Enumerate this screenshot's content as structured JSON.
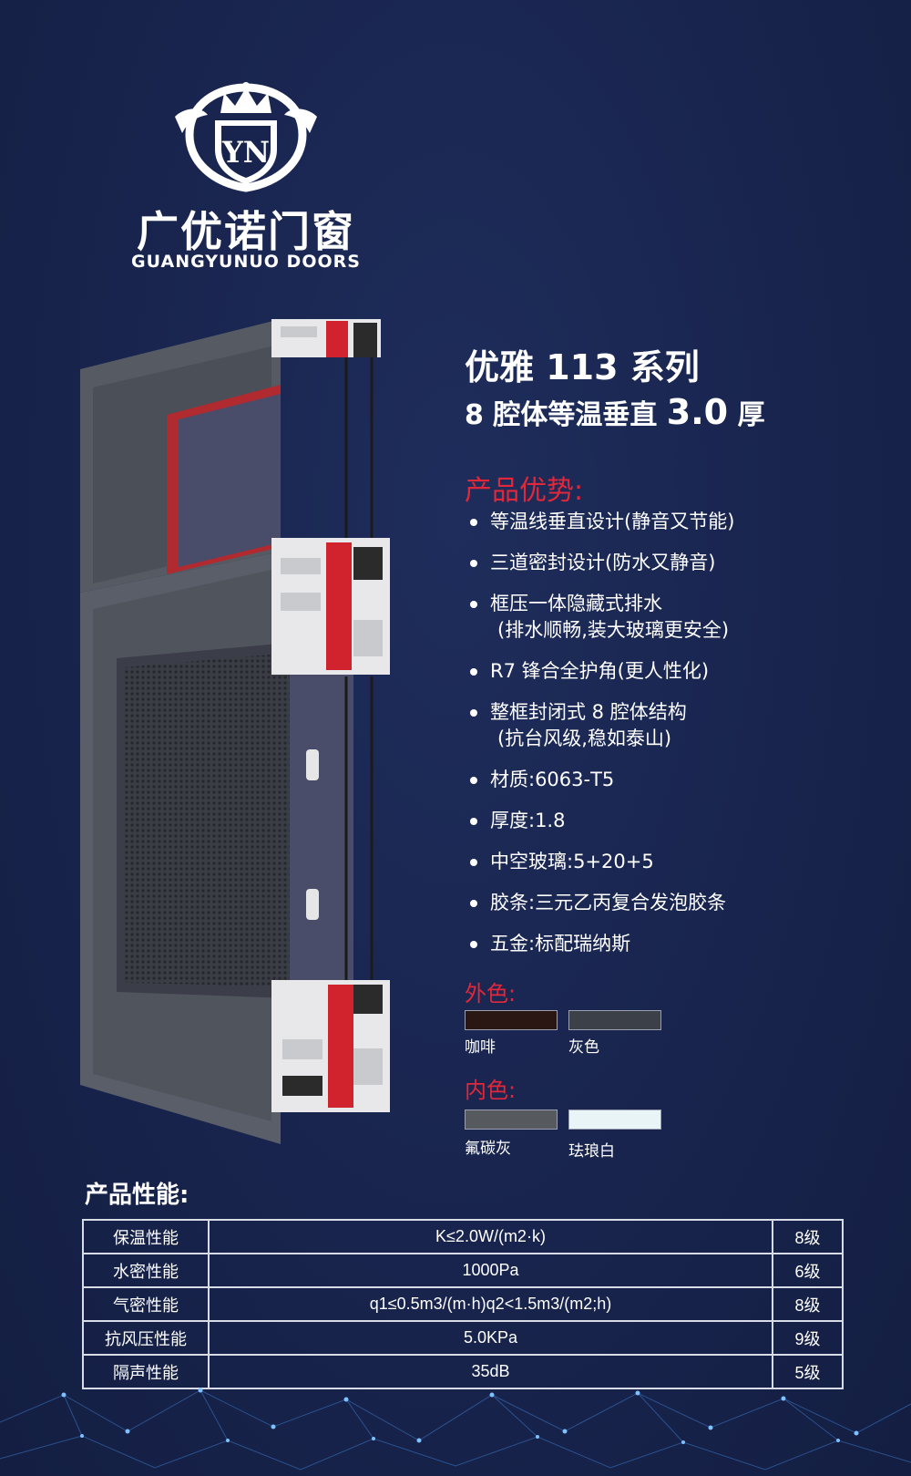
{
  "brand": {
    "logo_letters": "YN",
    "name_cn": "广优诺门窗",
    "name_en": "GUANGYUNUO DOORS"
  },
  "product": {
    "title": "优雅 113 系列",
    "subtitle_pre": "8 腔体等温垂直",
    "subtitle_num": "3.0",
    "subtitle_post": "厚"
  },
  "advantages": {
    "heading": "产品优势:",
    "items": [
      {
        "line1": "等温线垂直设计(静音又节能)",
        "line2": ""
      },
      {
        "line1": "三道密封设计(防水又静音)",
        "line2": ""
      },
      {
        "line1": "框压一体隐藏式排水",
        "line2": "(排水顺畅,装大玻璃更安全)"
      },
      {
        "line1": "R7 锋合全护角(更人性化)",
        "line2": ""
      },
      {
        "line1": "整框封闭式 8 腔体结构",
        "line2": "(抗台风级,稳如泰山)"
      },
      {
        "line1": "材质:6063-T5",
        "line2": ""
      },
      {
        "line1": "厚度:1.8",
        "line2": ""
      },
      {
        "line1": "中空玻璃:5+20+5",
        "line2": ""
      },
      {
        "line1": "胶条:三元乙丙复合发泡胶条",
        "line2": ""
      },
      {
        "line1": "五金:标配瑞纳斯",
        "line2": ""
      }
    ]
  },
  "colors": {
    "outer_heading": "外色:",
    "outer": [
      {
        "name": "咖啡",
        "hex": "#2a1714"
      },
      {
        "name": "灰色",
        "hex": "#3c4048"
      }
    ],
    "inner_heading": "内色:",
    "inner": [
      {
        "name": "氟碳灰",
        "hex": "#56595e"
      },
      {
        "name": "珐琅白",
        "hex": "#e8f4f6"
      }
    ]
  },
  "performance": {
    "heading": "产品性能:",
    "rows": [
      {
        "name": "保温性能",
        "value": "K≤2.0W/(m2·k)",
        "grade": "8级"
      },
      {
        "name": "水密性能",
        "value": "1000Pa",
        "grade": "6级"
      },
      {
        "name": "气密性能",
        "value": "q1≤0.5m3/(m·h)q2<1.5m3/(m2;h)",
        "grade": "8级"
      },
      {
        "name": "抗风压性能",
        "value": "5.0KPa",
        "grade": "9级"
      },
      {
        "name": "隔声性能",
        "value": "35dB",
        "grade": "5级"
      }
    ]
  },
  "theme": {
    "background": "#18244d",
    "accent_red": "#e0283a",
    "profile_gray": "#5a5e68"
  }
}
